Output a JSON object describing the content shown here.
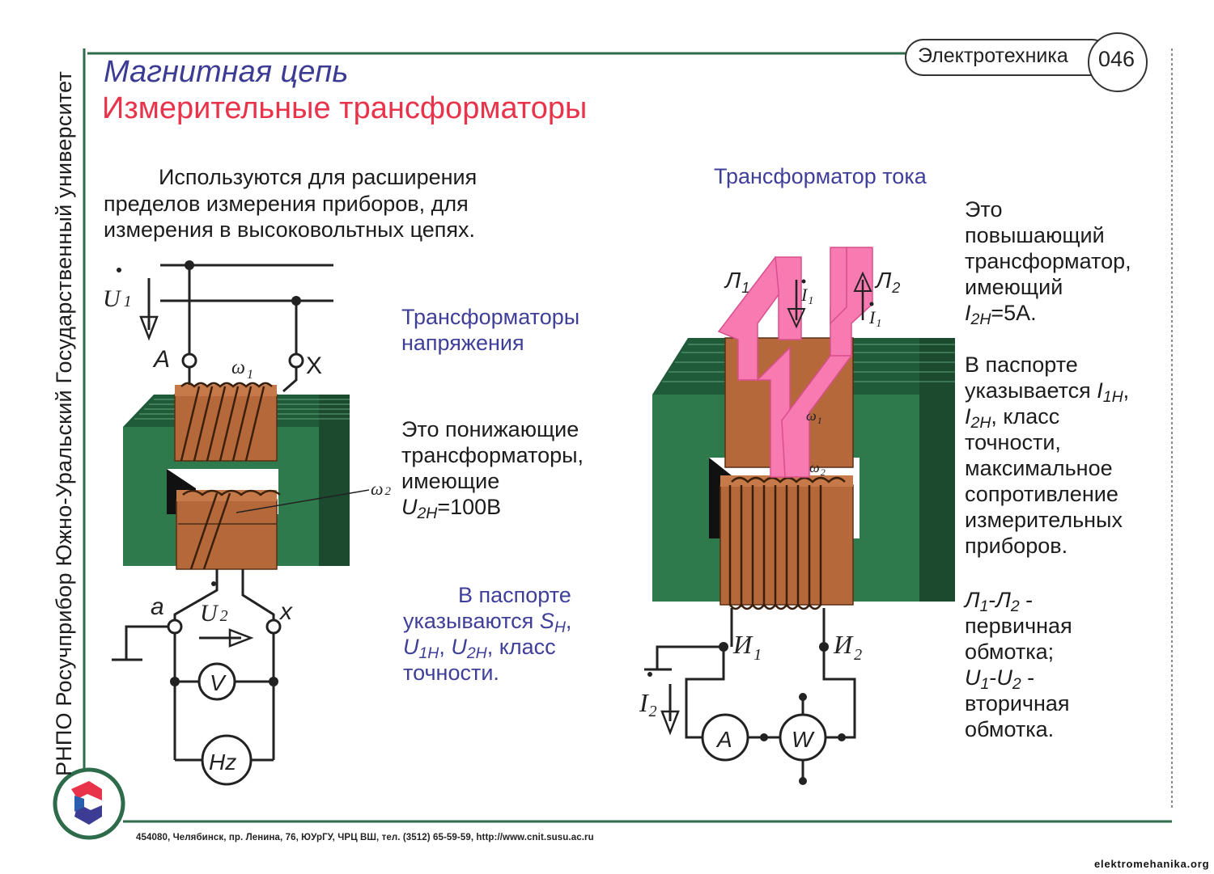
{
  "sidebar_text": "РНПО Росучприбор Южно-Уральский Государственный университет",
  "header": {
    "title": "Магнитная цепь",
    "subtitle": "Измерительные трансформаторы",
    "section_label": "Электротехника",
    "page_number": "046"
  },
  "intro": {
    "line1": "Используются для расширения",
    "line2": "пределов измерения приборов, для",
    "line3": "измерения в высоковольтных цепях."
  },
  "voltage": {
    "heading1": "Трансформаторы",
    "heading2": "напряжения",
    "desc1": "Это понижающие",
    "desc2": "трансформаторы,",
    "desc3": "имеющие",
    "desc4_var": "U",
    "desc4_sub": "2H",
    "desc4_rest": "=100В",
    "passport1": "В паспорте",
    "passport2_pre": "указываются ",
    "passport2_var": "S",
    "passport2_sub": "H",
    "passport2_post": ",",
    "passport3_a": "U",
    "passport3_asub": "1H",
    "passport3_sep": ", ",
    "passport3_b": "U",
    "passport3_bsub": "2H",
    "passport3_post": ", класс",
    "passport4": "точности."
  },
  "current": {
    "heading": "Трансформатор тока",
    "desc1": "Это",
    "desc2": "повышающий",
    "desc3": "трансформатор,",
    "desc4": "имеющий",
    "desc5_var": "I",
    "desc5_sub": "2H",
    "desc5_rest": "=5А.",
    "passport1": "В паспорте",
    "passport2_pre": "указывается ",
    "passport2_var": "I",
    "passport2_sub": "1H",
    "passport2_post": ",",
    "passport3_var": "I",
    "passport3_sub": "2H",
    "passport3_post": ", класс",
    "passport4": "точности,",
    "passport5": "максимальное",
    "passport6": "сопротивление",
    "passport7": "измерительных",
    "passport8": "приборов.",
    "wind1_a": "Л",
    "wind1_asub": "1",
    "wind1_sep": "-",
    "wind1_b": "Л",
    "wind1_bsub": "2",
    "wind1_post": " -",
    "wind2": "первичная",
    "wind3": "обмотка;",
    "wind4_a": "U",
    "wind4_asub": "1",
    "wind4_sep": "-",
    "wind4_b": "U",
    "wind4_bsub": "2",
    "wind4_post": " -",
    "wind5": "вторичная",
    "wind6": "обмотка."
  },
  "diagram_vt": {
    "u1": "U",
    "u1_sub": "1",
    "u2": "U",
    "u2_sub": "2",
    "terminal_A": "A",
    "terminal_X": "X",
    "terminal_a": "a",
    "terminal_x": "x",
    "w1": "ω",
    "w1_sub": "1",
    "w2": "ω",
    "w2_sub": "2",
    "meter_v": "V",
    "meter_hz": "Hz"
  },
  "diagram_ct": {
    "l1": "Л",
    "l1_sub": "1",
    "l2": "Л",
    "l2_sub": "2",
    "i1": "I",
    "i1_sub": "1",
    "i2": "I",
    "i2_sub": "2",
    "w1": "ω",
    "w1_sub": "1",
    "w2": "ω",
    "w2_sub": "2",
    "term_i1": "И",
    "term_i1_sub": "1",
    "term_i2": "И",
    "term_i2_sub": "2",
    "meter_a": "A",
    "meter_w": "W"
  },
  "footer": "454080, Челябинск, пр. Ленина, 76, ЮУрГУ, ЧРЦ ВШ, тел. (3512) 65-59-59, http://www.cnit.susu.ac.ru",
  "watermark": "elektromehanika.org",
  "colors": {
    "title_blue": "#3c3c94",
    "subtitle_red": "#e8334a",
    "core_green": "#2e7a4c",
    "coil_brown": "#b5693b",
    "conductor_pink": "#f77ab0",
    "rule_green": "#2d6b4a"
  }
}
